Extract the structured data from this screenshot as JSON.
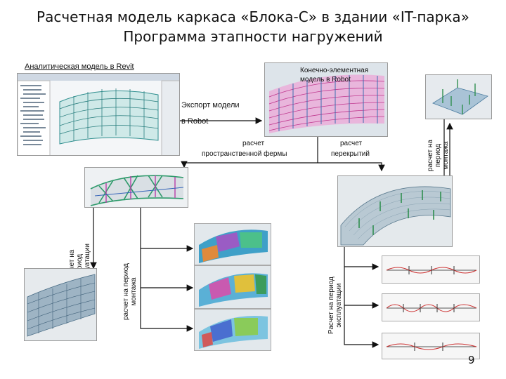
{
  "slide": {
    "title_line1": "Расчетная модель каркаса «Блока-С» в здании «IT-парка»",
    "title_line2": "Программа этапности нагружений",
    "page_number": "9"
  },
  "labels": {
    "revit_model": "Аналитическая модель в Revit",
    "fe_model_line1": "Конечно-элементная",
    "fe_model_line2": "модель в Robot",
    "export_line1": "Экспорт модели",
    "export_line2": "в Robot",
    "calc_frame_line1": "расчет",
    "calc_frame_line2": "пространственной фермы",
    "calc_floors_line1": "расчет",
    "calc_floors_line2": "перекрытий",
    "erect_top_right": "расчет на\nпериод\nмонтажа",
    "operation_left": "Расчет на\nпериод\nэксплуатации",
    "erect_left": "расчет на период\nмонтажа",
    "operation_right": "Расчет на период\nэксплуатации"
  }
}
